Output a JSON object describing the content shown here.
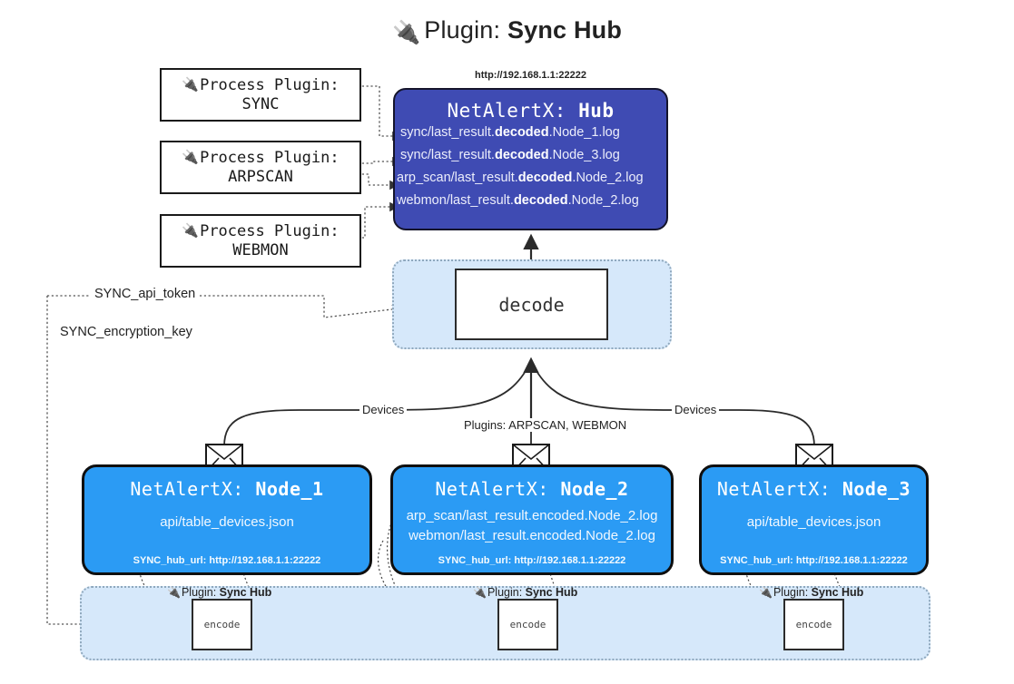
{
  "title": {
    "icon": "plug-icon",
    "prefix": "Plugin: ",
    "name": "Sync Hub"
  },
  "colors": {
    "hub_fill": "#3f4bb3",
    "node_fill": "#2b9bf4",
    "panel_fill": "#d6e8fa",
    "panel_border": "#8fa8bd",
    "box_border": "#1a1a1a",
    "page_bg": "#ffffff"
  },
  "process_plugins": [
    {
      "icon": "plug-icon",
      "line1": "Process Plugin:",
      "line2": "SYNC"
    },
    {
      "icon": "plug-icon",
      "line1": "Process Plugin:",
      "line2": "ARPSCAN"
    },
    {
      "icon": "plug-icon",
      "line1": "Process Plugin:",
      "line2": "WEBMON"
    }
  ],
  "hub": {
    "url": "http://192.168.1.1:22222",
    "title_prefix": "NetAlertX: ",
    "title_name": "Hub",
    "logs": [
      {
        "pre": "sync/last_result.",
        "strong": "decoded",
        "post": ".Node_1.log"
      },
      {
        "pre": "sync/last_result.",
        "strong": "decoded",
        "post": ".Node_3.log"
      },
      {
        "pre": "arp_scan/last_result.",
        "strong": "decoded",
        "post": ".Node_2.log"
      },
      {
        "pre": "webmon/last_result.",
        "strong": "decoded",
        "post": ".Node_2.log"
      }
    ]
  },
  "decode": {
    "label": "decode"
  },
  "secrets": [
    {
      "label": "SYNC_api_token"
    },
    {
      "label": "SYNC_encryption_key"
    }
  ],
  "edge_labels": {
    "devices_left": "Devices",
    "devices_right": "Devices",
    "plugins_center": "Plugins: ARPSCAN, WEBMON"
  },
  "nodes": [
    {
      "icon": "envelope-icon",
      "title_prefix": "NetAlertX: ",
      "title_name": "Node_1",
      "lines": [
        "api/table_devices.json"
      ],
      "url_label": "SYNC_hub_url: http://192.168.1.1:22222"
    },
    {
      "icon": "envelope-icon",
      "title_prefix": "NetAlertX: ",
      "title_name": "Node_2",
      "lines": [
        "arp_scan/last_result.encoded.Node_2.log",
        "webmon/last_result.encoded.Node_2.log"
      ],
      "url_label": "SYNC_hub_url: http://192.168.1.1:22222"
    },
    {
      "icon": "envelope-icon",
      "title_prefix": "NetAlertX: ",
      "title_name": "Node_3",
      "lines": [
        "api/table_devices.json"
      ],
      "url_label": "SYNC_hub_url: http://192.168.1.1:22222"
    }
  ],
  "encoders": [
    {
      "icon": "plug-icon",
      "label_prefix": "Plugin: ",
      "label_name": "Sync Hub",
      "box": "encode"
    },
    {
      "icon": "plug-icon",
      "label_prefix": "Plugin: ",
      "label_name": "Sync Hub",
      "box": "encode"
    },
    {
      "icon": "plug-icon",
      "label_prefix": "Plugin: ",
      "label_name": "Sync Hub",
      "box": "encode"
    }
  ]
}
